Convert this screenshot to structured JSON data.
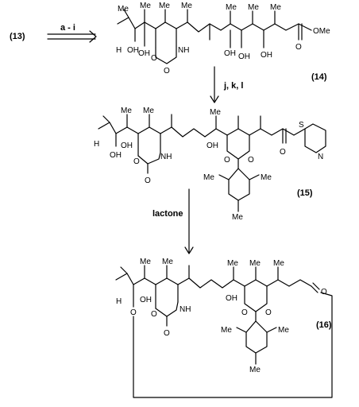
{
  "compounds": {
    "c13": "(13)",
    "c14": "(14)",
    "c15": "(15)",
    "c16": "(16)"
  },
  "reagents": {
    "step1": "a - i",
    "step2": "j, k, l",
    "step3": "lactone"
  },
  "atoms": {
    "me": "Me",
    "oh": "OH",
    "h": "H",
    "o": "O",
    "nh": "NH",
    "n": "N",
    "s": "S",
    "ome": "OMe"
  }
}
